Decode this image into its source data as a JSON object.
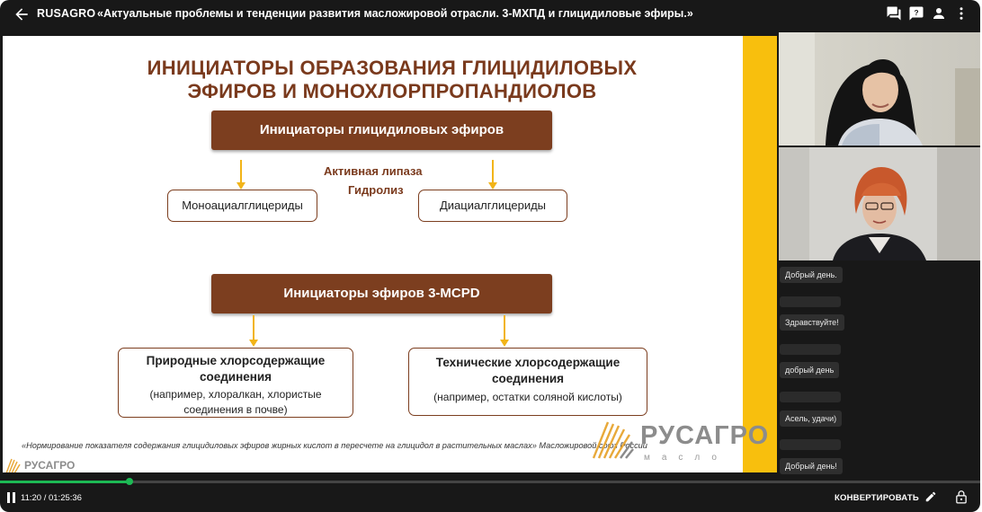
{
  "topbar": {
    "brand": "RUSAGRO",
    "title": "«Актуальные проблемы и тенденции развития масложировой отрасли. 3-МХПД и глицидиловые эфиры.»",
    "icons": [
      "back-arrow-icon",
      "chat-icon",
      "question-icon",
      "person-icon",
      "more-vert-icon"
    ]
  },
  "slide": {
    "title_line1": "ИНИЦИАТОРЫ ОБРАЗОВАНИЯ ГЛИЦИДИЛОВЫХ",
    "title_line2": "ЭФИРОВ И МОНОХЛОРПРОПАНДИОЛОВ",
    "box_ge": "Инициаторы глицидиловых эфиров",
    "mid_label_1": "Активная липаза",
    "mid_label_2": "Гидролиз",
    "box_mono": "Моноациалглицериды",
    "box_di": "Диациалглицериды",
    "box_mcpd": "Инициаторы эфиров 3-MCPD",
    "natural_title": "Природные хлорсодержащие соединения",
    "natural_sub": "(например, хлоралкан, хлористые соединения в почве)",
    "technical_title": "Технические хлорсодержащие соединения",
    "technical_sub": "(например, остатки соляной кислоты)",
    "footnote": "«Нормирование показателя содержания глицидиловых эфиров жирных кислот в пересчете на глицидол в растительных маслах» Масложировой союз России",
    "logo_text": "РУСАГРО",
    "logo_sub": "масло",
    "corner_logo": "РУСАГРО",
    "colors": {
      "brown": "#7c3e1f",
      "yellow": "#f8bf0d",
      "arrow": "#f2b418"
    }
  },
  "chat": [
    {
      "text": "Добрый день."
    },
    {
      "text": ""
    },
    {
      "text": "Здравствуйте!"
    },
    {
      "text": ""
    },
    {
      "text": "добрый день"
    },
    {
      "text": ""
    },
    {
      "text": "Асель, удачи)"
    },
    {
      "text": ""
    },
    {
      "text": "Добрый день!"
    }
  ],
  "player": {
    "time": "11:20 / 01:25:36",
    "progress_fraction": 0.132,
    "convert_label": "КОНВЕРТИРОВАТЬ",
    "accent": "#1db954"
  }
}
